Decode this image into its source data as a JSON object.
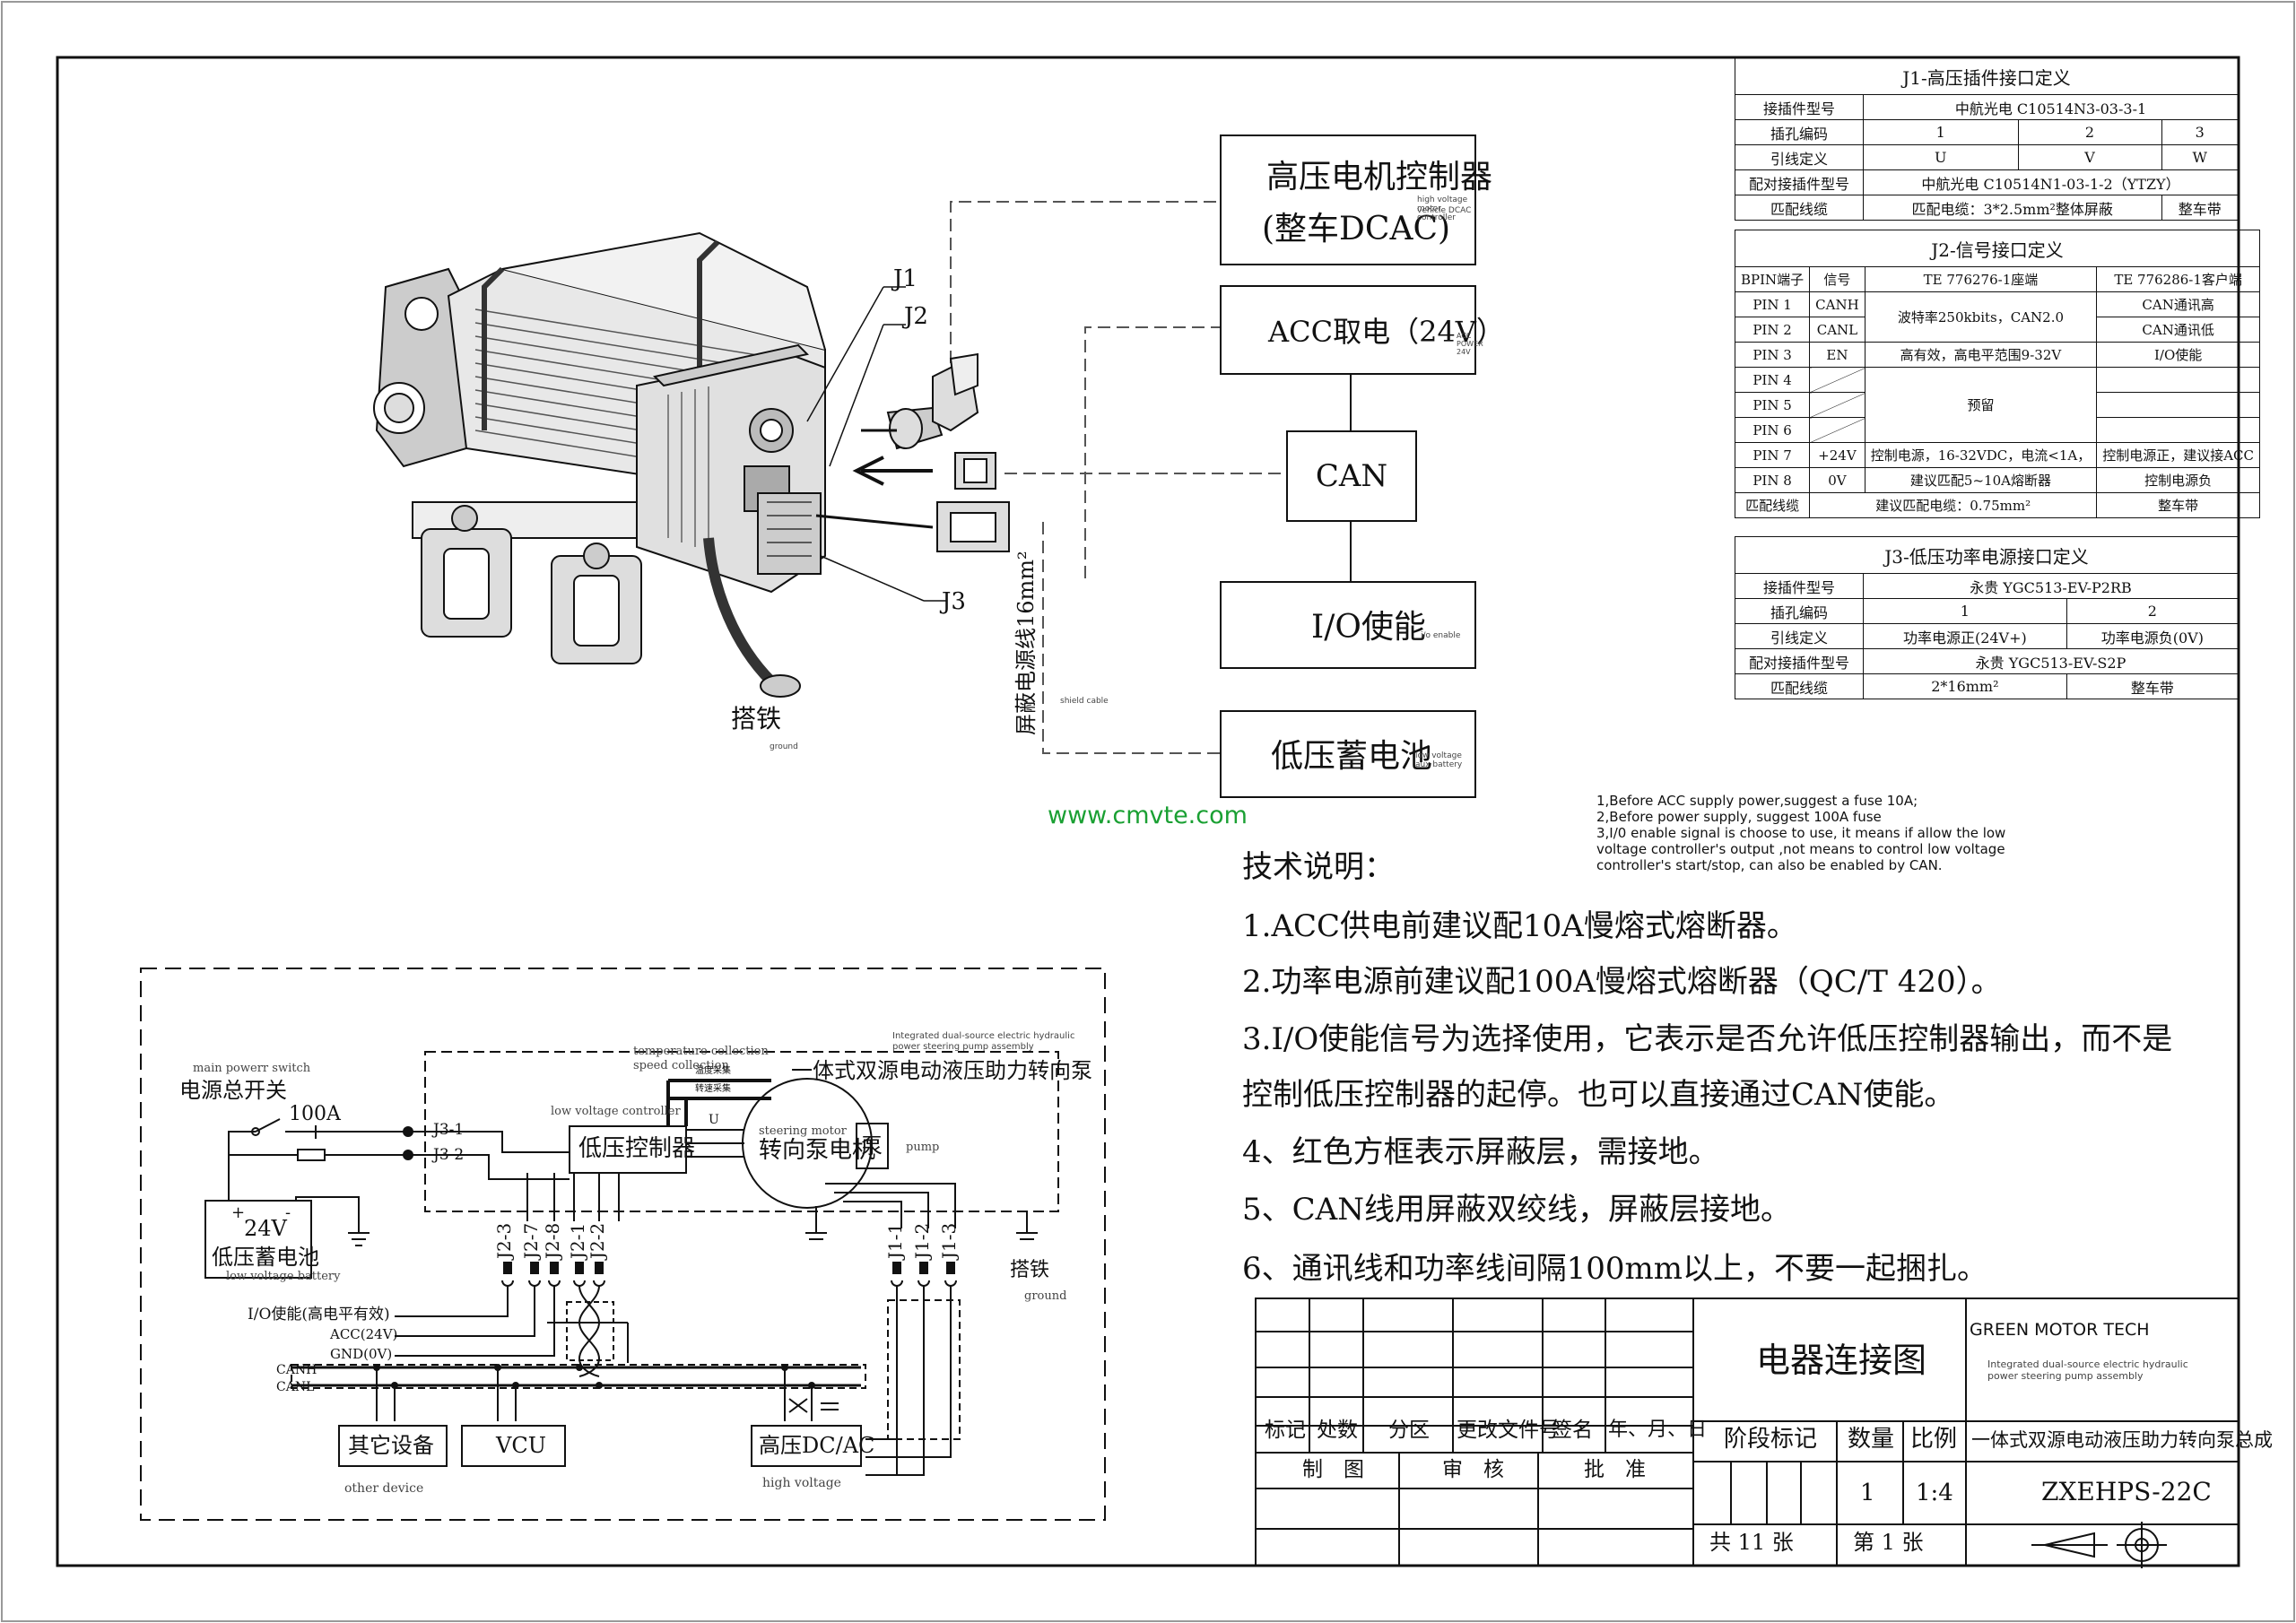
{
  "site_url": "www.cmvte.com",
  "components": {
    "hv_controller": {
      "line1": "高压电机控制器",
      "line2": "(整车DCAC)",
      "sub1": "high voltage motor controller",
      "sub2": "vehicle DCAC"
    },
    "acc": {
      "label": "ACC取电（24V）",
      "sub": "ACC POWER 24V"
    },
    "can": {
      "label": "CAN"
    },
    "io": {
      "label": "I/O使能",
      "sub": "i/o enable"
    },
    "lv_battery": {
      "label": "低压蓄电池",
      "sub": "low voltage aux battery"
    }
  },
  "assembly": {
    "j1": "J1",
    "j2": "J2",
    "j3": "J3",
    "ground": "搭铁",
    "ground_sub": "ground",
    "shield_cable": "屏蔽电源线16mm²",
    "shield_cable_sub": "shield cable"
  },
  "j1_table": {
    "title": "J1-高压插件接口定义",
    "rows": [
      {
        "k": "接插件型号",
        "v": [
          "中航光电 C10514N3-03-3-1"
        ]
      },
      {
        "k": "插孔编码",
        "v": [
          "1",
          "2",
          "3"
        ]
      },
      {
        "k": "引线定义",
        "v": [
          "U",
          "V",
          "W"
        ]
      },
      {
        "k": "配对接插件型号",
        "v": [
          "中航光电 C10514N1-03-1-2（YTZY）"
        ]
      },
      {
        "k": "匹配线缆",
        "v": [
          "匹配电缆：3*2.5mm²整体屏蔽",
          "整车带"
        ]
      }
    ]
  },
  "j2_table": {
    "title": "J2-信号接口定义",
    "header": [
      "BPIN端子",
      "信号",
      "TE 776276-1座端",
      "TE 776286-1客户端"
    ],
    "rows": [
      {
        "pin": "PIN 1",
        "sig": "CANH",
        "desc": "",
        "client": "CAN通讯高"
      },
      {
        "pin": "PIN 2",
        "sig": "CANL",
        "desc": "",
        "client": "CAN通讯低"
      },
      {
        "pin": "PIN 3",
        "sig": "EN",
        "desc": "高有效，高电平范围9-32V",
        "client": "I/O使能"
      },
      {
        "pin": "PIN 4",
        "sig": "",
        "desc": "",
        "client": ""
      },
      {
        "pin": "PIN 5",
        "sig": "",
        "desc": "",
        "client": ""
      },
      {
        "pin": "PIN 6",
        "sig": "",
        "desc": "",
        "client": ""
      },
      {
        "pin": "PIN 7",
        "sig": "+24V",
        "desc": "控制电源，16-32VDC，电流<1A，",
        "client": "控制电源正，建议接ACC"
      },
      {
        "pin": "PIN 8",
        "sig": "0V",
        "desc": "建议匹配5~10A熔断器",
        "client": "控制电源负"
      }
    ],
    "can_desc": "波特率250kbits，CAN2.0",
    "reserved": "预留",
    "cable_label": "匹配线缆",
    "cable": "建议匹配电缆：0.75mm²",
    "cable_client": "整车带"
  },
  "j3_table": {
    "title": "J3-低压功率电源接口定义",
    "rows": [
      {
        "k": "接插件型号",
        "v": [
          "永贵 YGC513-EV-P2RB"
        ]
      },
      {
        "k": "插孔编码",
        "v": [
          "1",
          "2"
        ]
      },
      {
        "k": "引线定义",
        "v": [
          "功率电源正(24V+)",
          "功率电源负(0V)"
        ]
      },
      {
        "k": "配对接插件型号",
        "v": [
          "永贵 YGC513-EV-S2P"
        ]
      },
      {
        "k": "匹配线缆",
        "v": [
          "2*16mm²",
          "整车带"
        ]
      }
    ]
  },
  "english_notes": [
    "1,Before ACC supply power,suggest a fuse 10A;",
    "2,Before power supply, suggest 100A fuse",
    "3,I/0 enable signal is choose to use, it means if allow the low",
    "voltage controller's output ,not means to control low voltage",
    "controller's start/stop, can also be enabled by CAN."
  ],
  "tech_notes": {
    "title": "技术说明：",
    "lines": [
      "1.ACC供电前建议配10A慢熔式熔断器。",
      "2.功率电源前建议配100A慢熔式熔断器（QC/T 420）。",
      "3.I/O使能信号为选择使用，它表示是否允许低压控制器输出，而不是",
      "控制低压控制器的起停。也可以直接通过CAN使能。",
      "4、红色方框表示屏蔽层，需接地。",
      "5、CAN线用屏蔽双绞线，屏蔽层接地。",
      "6、通讯线和功率线间隔100mm以上，不要一起捆扎。"
    ]
  },
  "schematic": {
    "main_switch_en": "main powerr switch",
    "main_switch": "电源总开关",
    "fuse": "100A",
    "j3_1": "J3-1",
    "j3_2": "J3-2",
    "battery_v": "24V",
    "battery": "低压蓄电池",
    "battery_en": "low voltage battery",
    "plus": "+",
    "minus": "-",
    "temp_en": "temperature collection",
    "speed_en": "speed collection",
    "lv_ctrl_en": "low voltage controller",
    "lv_ctrl": "低压控制器",
    "temp_cn": "温度采集",
    "speed_cn": "转速采集",
    "u": "U",
    "integrated_en1": "Integrated dual-source electric hydraulic",
    "integrated_en2": "power steering pump assembly",
    "integrated_cn": "一体式双源电动液压助力转向泵",
    "motor_en": "steering motor",
    "motor": "转向泵电机",
    "pump": "泵",
    "pump_en": "pump",
    "j2_pins": [
      "J2-3",
      "J2-7",
      "J2-8",
      "J2-1",
      "J2-2"
    ],
    "j1_pins": [
      "J1-1",
      "J1-2",
      "J1-3"
    ],
    "ground": "搭铁",
    "ground_en": "ground",
    "io_en": "I/O使能(高电平有效)",
    "acc": "ACC(24V)",
    "gnd": "GND(0V)",
    "canh": "CANH",
    "canl": "CANL",
    "other": "其它设备",
    "other_en": "other device",
    "vcu": "VCU",
    "hv": "高压DC/AC",
    "hv_en": "high voltage"
  },
  "title_block": {
    "headers": [
      "标记",
      "处数",
      "分区",
      "更改文件号",
      "签名",
      "年、月、日"
    ],
    "roles": [
      "制　图",
      "审　核",
      "批　准"
    ],
    "drawing_name": "电器连接图",
    "company": "GREEN MOTOR TECH",
    "company_sub1": "Integrated dual-source electric hydraulic",
    "company_sub2": "power steering pump assembly",
    "stage_label": "阶段标记",
    "qty_label": "数量",
    "scale_label": "比例",
    "product": "一体式双源电动液压助力转向泵总成",
    "qty": "1",
    "scale": "1:4",
    "drawing_no": "ZXEHPS-22C",
    "sheets": "共 11 张",
    "sheet": "第 1 张"
  }
}
